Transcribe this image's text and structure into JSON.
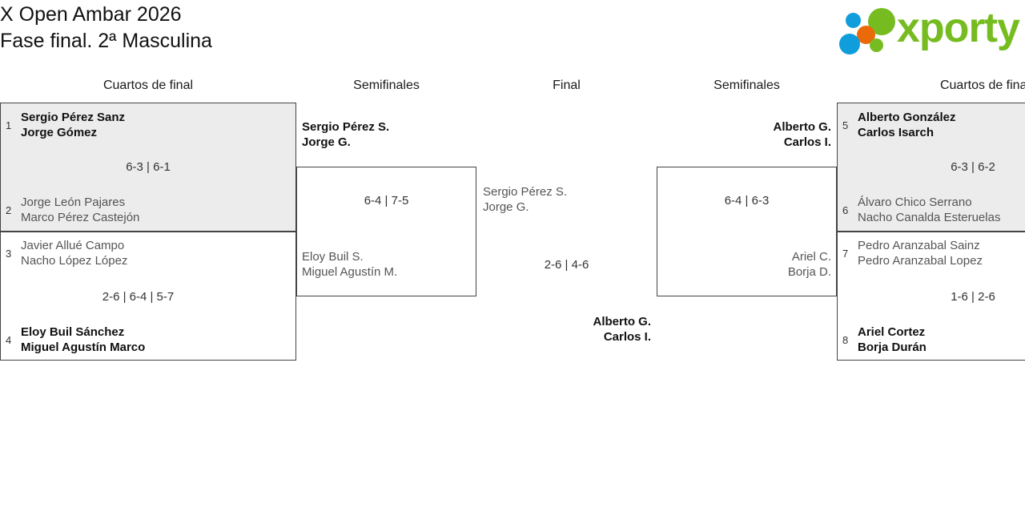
{
  "header": {
    "title_line1": "X Open Ambar 2026",
    "title_line2": "Fase final. 2ª Masculina",
    "logo_wordmark": "xporty",
    "logo_colors": {
      "green": "#76bc21",
      "blue": "#0f9ddb",
      "orange": "#ea6a0a"
    }
  },
  "rounds": {
    "qf_left": "Cuartos de final",
    "sf_left": "Semifinales",
    "final": "Final",
    "sf_right": "Semifinales",
    "qf_right": "Cuartos de final"
  },
  "bracket": {
    "quarterfinals_left": [
      {
        "shaded": true,
        "score": "6-3 | 6-1",
        "teams": [
          {
            "seed": "1",
            "player1": "Sergio Pérez Sanz",
            "player2": "Jorge Gómez",
            "winner": true
          },
          {
            "seed": "2",
            "player1": "Jorge León Pajares",
            "player2": "Marco Pérez Castejón",
            "winner": false
          }
        ]
      },
      {
        "shaded": false,
        "score": "2-6 | 6-4 | 5-7",
        "teams": [
          {
            "seed": "3",
            "player1": "Javier Allué Campo",
            "player2": "Nacho López López",
            "winner": false
          },
          {
            "seed": "4",
            "player1": "Eloy Buil Sánchez",
            "player2": "Miguel Agustín Marco",
            "winner": true
          }
        ]
      }
    ],
    "semifinal_left": {
      "score": "6-4 | 7-5",
      "teams": [
        {
          "player1": "Sergio Pérez S.",
          "player2": "Jorge G.",
          "winner": true
        },
        {
          "player1": "Eloy Buil S.",
          "player2": "Miguel Agustín M.",
          "winner": false
        }
      ]
    },
    "final": {
      "score": "2-6 | 4-6",
      "teams": [
        {
          "player1": "Sergio Pérez S.",
          "player2": "Jorge G.",
          "winner": false
        },
        {
          "player1": "Alberto G.",
          "player2": "Carlos I.",
          "winner": true
        }
      ]
    },
    "semifinal_right": {
      "score": "6-4 | 6-3",
      "teams": [
        {
          "player1": "Alberto G.",
          "player2": "Carlos I.",
          "winner": true
        },
        {
          "player1": "Ariel C.",
          "player2": "Borja D.",
          "winner": false
        }
      ]
    },
    "quarterfinals_right": [
      {
        "shaded": true,
        "score": "6-3 | 6-2",
        "teams": [
          {
            "seed": "5",
            "player1": "Alberto González",
            "player2": "Carlos Isarch",
            "winner": true
          },
          {
            "seed": "6",
            "player1": "Álvaro Chico Serrano",
            "player2": "Nacho Canalda Esteruelas",
            "winner": false
          }
        ]
      },
      {
        "shaded": false,
        "score": "1-6 | 2-6",
        "teams": [
          {
            "seed": "7",
            "player1": "Pedro Aranzabal Sainz",
            "player2": "Pedro Aranzabal Lopez",
            "winner": false
          },
          {
            "seed": "8",
            "player1": "Ariel Cortez",
            "player2": "Borja Durán",
            "winner": true
          }
        ]
      }
    ]
  }
}
